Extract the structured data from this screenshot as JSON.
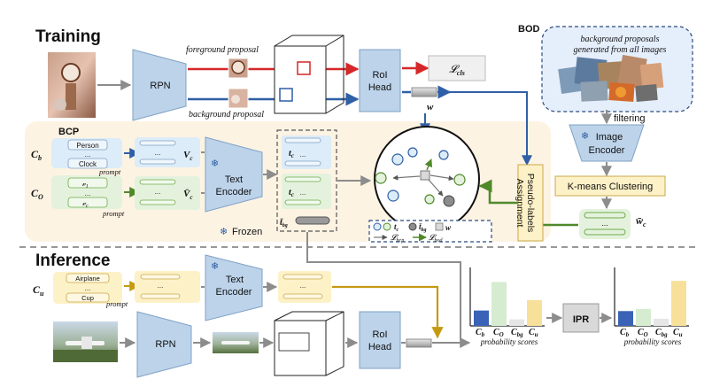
{
  "training": {
    "section_title": "Training",
    "rpn": "RPN",
    "foreground_proposal": "foreground proposal",
    "background_proposal": "background proposal",
    "roi_head": [
      "RoI",
      "Head"
    ],
    "loss_cls": "𝓛",
    "loss_cls_sub": "cls",
    "w": "w"
  },
  "bod": {
    "title": "BOD",
    "caption": [
      "background proposals",
      "generated from all images"
    ],
    "filtering": "filtering",
    "image_encoder": [
      "Image",
      "Encoder"
    ],
    "kmeans": "K-means Clustering",
    "w_bar": "w̄",
    "w_bar_sub": "c",
    "ellipsis": "..."
  },
  "bcp": {
    "title": "BCP",
    "cb": "C",
    "cb_sub": "b",
    "co": "C",
    "co_sub": "O",
    "person": "Person",
    "ellipsis": "...",
    "clock": "Clock",
    "v1": "𝓋",
    "v1_sub": "1",
    "vc": "𝓋",
    "vc_sub": "c",
    "prompt": "prompt",
    "Vc": "V",
    "Vc_sub": "c",
    "Vbar": "V̄",
    "Vbar_sub": "c",
    "text_encoder": [
      "Text",
      "Encoder"
    ],
    "frozen": "Frozen",
    "tc": "t",
    "tc_sub": "c",
    "tbg": "t̄",
    "tbg_sub": "bg",
    "pseudo_labels": [
      "Pseudo-labels",
      "Assignment"
    ],
    "legend": {
      "tc": "t",
      "tc_sub": "c",
      "tbg": "t̄",
      "tbg_sub": "bg",
      "w": "w",
      "lbcp": "𝓛",
      "lbcp_sub": "bcp",
      "lbod": "𝓛",
      "lbod_sub": "bod"
    }
  },
  "inference": {
    "section_title": "Inference",
    "cu": "C",
    "cu_sub": "u",
    "airplane": "Airplane",
    "ellipsis": "...",
    "cup": "Cup",
    "prompt": "prompt",
    "text_encoder": [
      "Text",
      "Encoder"
    ],
    "rpn": "RPN",
    "roi_head": [
      "RoI",
      "Head"
    ],
    "ipr": "IPR",
    "prob_scores": "probability scores",
    "bar_labels": [
      {
        "main": "C",
        "sub": "b"
      },
      {
        "main": "C",
        "sub": "O"
      },
      {
        "main": "C",
        "sub": "bg"
      },
      {
        "main": "C",
        "sub": "u"
      }
    ],
    "scores_before": [
      0.28,
      0.8,
      0.12,
      0.47
    ],
    "scores_after": [
      0.27,
      0.31,
      0.13,
      0.82
    ]
  },
  "colors": {
    "bar_b": "#3a63b8",
    "bar_o": "#d5ecd0",
    "bar_bg": "#e6e6e6",
    "bar_u": "#f7e09a",
    "fg_arrow": "#d62728",
    "bg_arrow": "#2f5fa6",
    "green_arrow": "#4f8a2a",
    "gold_arrow": "#c59a11"
  }
}
